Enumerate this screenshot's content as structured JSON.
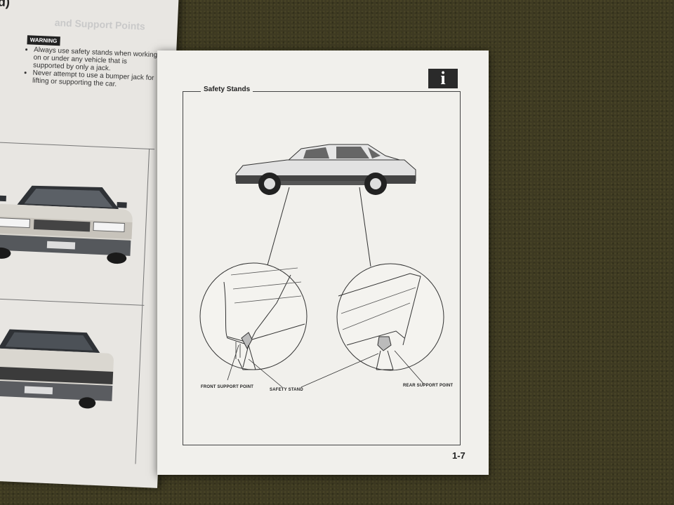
{
  "left_page": {
    "header": "d)",
    "faint_title": "and Support Points",
    "warning": {
      "badge": "WARNING",
      "items": [
        "Always use safety stands when working on or under any vehicle that is supported by only a jack.",
        "Never attempt to use a bumper jack for lifting or supporting the car."
      ]
    }
  },
  "right_page": {
    "icon": "info-icon",
    "icon_glyph": "i",
    "section_title": "Safety Stands",
    "labels": {
      "front": "FRONT SUPPORT POINT",
      "stand": "SAFETY STAND",
      "rear": "REAR SUPPORT POINT"
    },
    "page_number": "1-7"
  }
}
